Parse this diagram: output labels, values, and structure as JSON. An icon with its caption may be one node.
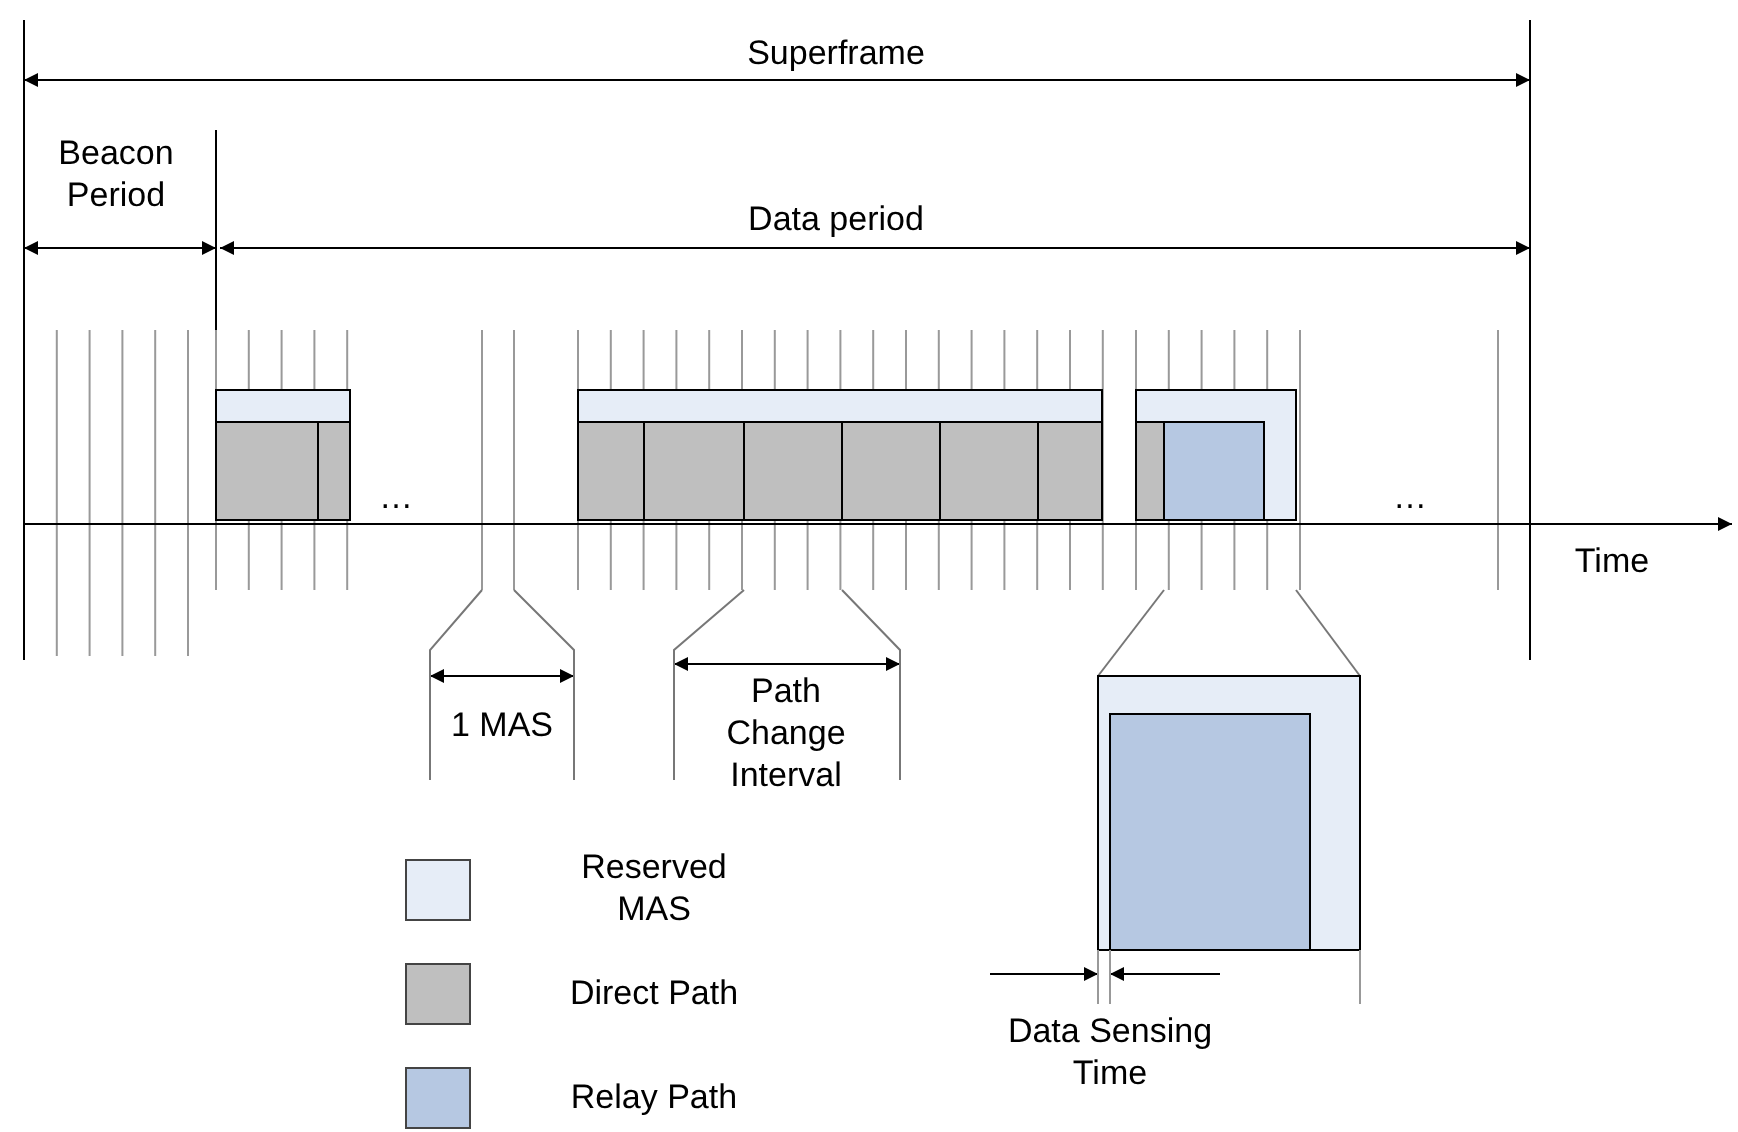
{
  "diagram": {
    "labels": [
      "Superframe",
      "Beacon Period",
      "Data period",
      "…",
      "…",
      "Time",
      "1 MAS",
      "Path Change Interval",
      "Data Sensing Time"
    ],
    "legend": [
      {
        "text": "Reserved MAS",
        "color": "#e6edf7"
      },
      {
        "text": "Direct Path",
        "color": "#bfbfbf"
      },
      {
        "text": "Relay Path",
        "color": "#b6c8e2"
      }
    ]
  }
}
